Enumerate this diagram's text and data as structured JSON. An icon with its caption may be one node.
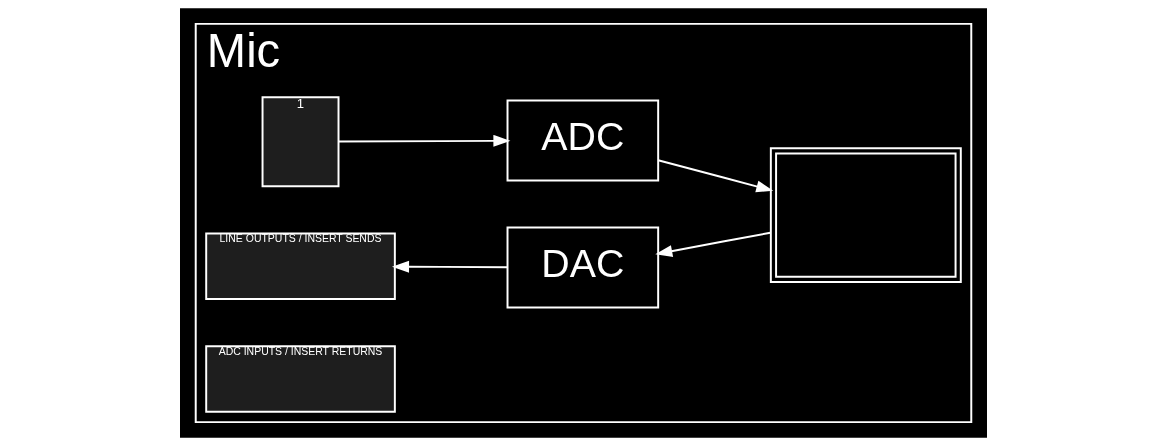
{
  "diagram": {
    "nodes": [
      {
        "text": [
          "Mic"
        ]
      },
      {
        "text": [
          "1"
        ],
        "in": 0
      },
      {
        "text": [
          "LINE OUTPUTS / INSERT SENDS"
        ],
        "in": 0
      },
      {
        "text": [
          "ADC INPUTS / INSERT RETURNS"
        ],
        "in": 0
      },
      {
        "text": [
          "ADC"
        ],
        "in": 0
      },
      {
        "text": [
          "DAC"
        ],
        "in": 0
      },
      {
        "text": [],
        "shape": "picture",
        "in": 0
      }
    ],
    "edges": [
      {
        "from": 1,
        "to": 4,
        "arrow": "to"
      },
      {
        "from": 4,
        "to": 6,
        "arrow": "to"
      },
      {
        "from": 6,
        "to": 5,
        "arrow": "to"
      },
      {
        "from": 5,
        "to": 2,
        "arrow": "to"
      }
    ]
  }
}
